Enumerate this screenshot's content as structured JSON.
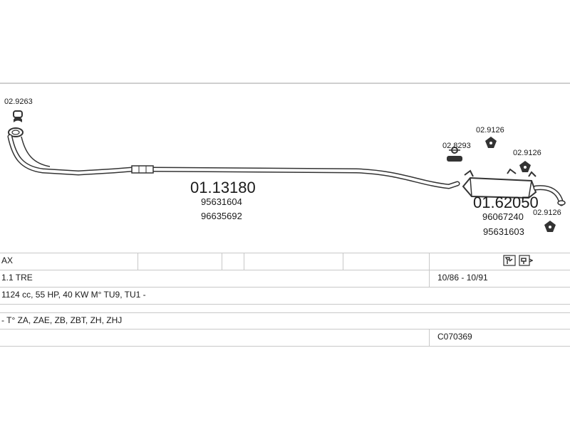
{
  "parts": {
    "clamp_front": "02.9263",
    "front_pipe": {
      "number": "01.13180",
      "oem": [
        "95631604",
        "96635692"
      ]
    },
    "clamp_mid": "02.8293",
    "rubber_top": "02.9126",
    "rubber_right": "02.9126",
    "rubber_bottom": "02.9126",
    "rear_silencer": {
      "number": "01.62050",
      "oem": [
        "96067240",
        "95631603"
      ]
    }
  },
  "table": {
    "model": "AX",
    "engine": "1.1 TRE",
    "years": "10/86 - 10/91",
    "spec": "1124 cc, 55 HP, 40 KW M° TU9, TU1 -",
    "types": "- T° ZA, ZAE, ZB, ZBT, ZH, ZHJ",
    "code": "C070369",
    "icons": [
      "wrench-clip-icon",
      "clamp-fitting-icon"
    ]
  }
}
